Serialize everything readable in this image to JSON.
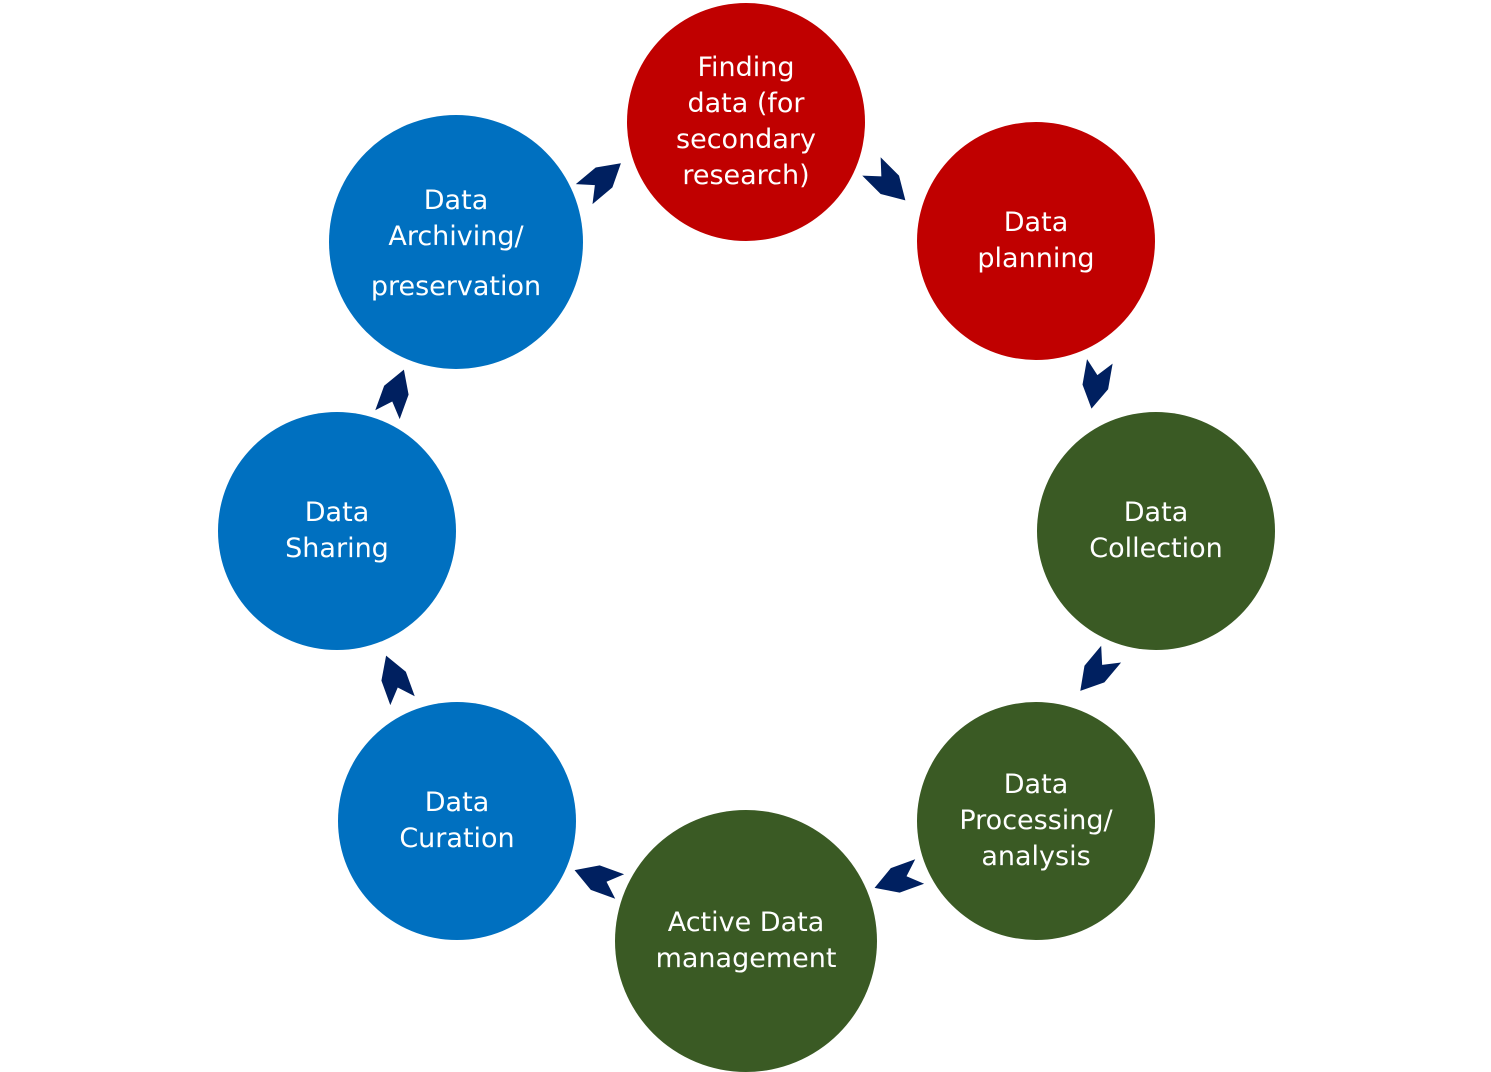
{
  "colors": {
    "red": "#C00000",
    "green": "#3A5A24",
    "blue": "#0070C0",
    "arrow": "#002060"
  },
  "nodes": [
    {
      "id": "finding-data",
      "color": "red",
      "lines": [
        "Finding",
        "data (for",
        "secondary",
        "research)"
      ]
    },
    {
      "id": "data-planning",
      "color": "red",
      "lines": [
        "Data",
        "planning"
      ]
    },
    {
      "id": "data-collection",
      "color": "green",
      "lines": [
        "Data",
        "Collection"
      ]
    },
    {
      "id": "data-processing",
      "color": "green",
      "lines": [
        "Data",
        "Processing/",
        "analysis"
      ]
    },
    {
      "id": "active-data-management",
      "color": "green",
      "lines": [
        "Active Data",
        "management"
      ]
    },
    {
      "id": "data-curation",
      "color": "blue",
      "lines": [
        "Data",
        "Curation"
      ]
    },
    {
      "id": "data-sharing",
      "color": "blue",
      "lines": [
        "Data",
        "Sharing"
      ]
    },
    {
      "id": "data-archiving",
      "color": "blue",
      "lines": [
        "Data",
        "Archiving/",
        "preservation"
      ]
    }
  ]
}
